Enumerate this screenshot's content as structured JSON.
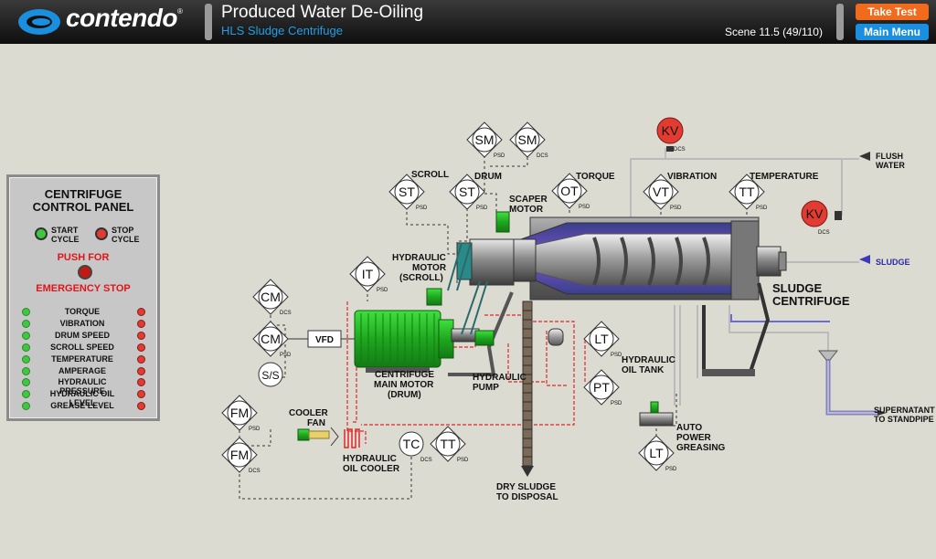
{
  "header": {
    "logo_text": "contendo",
    "logo_reg": "®",
    "title": "Produced Water De-Oiling",
    "subtitle": "HLS Sludge Centrifuge",
    "scene": "Scene 11.5 (49/110)",
    "take_test_label": "Take Test",
    "main_menu_label": "Main Menu"
  },
  "panel": {
    "title_line1": "CENTRIFUGE",
    "title_line2": "CONTROL PANEL",
    "start_label_1": "START",
    "start_label_2": "CYCLE",
    "stop_label_1": "STOP",
    "stop_label_2": "CYCLE",
    "push_for": "PUSH FOR",
    "emergency_stop": "EMERGENCY STOP",
    "alarms": [
      "TORQUE",
      "VIBRATION",
      "DRUM SPEED",
      "SCROLL SPEED",
      "TEMPERATURE",
      "AMPERAGE",
      "HYDRAULIC PRESSURE",
      "HYDRAULIC OIL LEVEL",
      "GREASE LEVEL"
    ]
  },
  "instruments": [
    {
      "id": "sm1",
      "tag": "SM",
      "sub": "PSD"
    },
    {
      "id": "sm2",
      "tag": "SM",
      "sub": "DCS"
    },
    {
      "id": "st1",
      "tag": "ST",
      "sub": "PSD"
    },
    {
      "id": "st2",
      "tag": "ST",
      "sub": "PSD"
    },
    {
      "id": "ot",
      "tag": "OT",
      "sub": "PSD"
    },
    {
      "id": "vt",
      "tag": "VT",
      "sub": "PSD"
    },
    {
      "id": "tt1",
      "tag": "TT",
      "sub": "PSD"
    },
    {
      "id": "it",
      "tag": "IT",
      "sub": "PSD"
    },
    {
      "id": "cm1",
      "tag": "CM",
      "sub": "DCS"
    },
    {
      "id": "cm2",
      "tag": "CM",
      "sub": "PSD"
    },
    {
      "id": "ss",
      "tag": "S/S",
      "sub": ""
    },
    {
      "id": "lt1",
      "tag": "LT",
      "sub": "PSD"
    },
    {
      "id": "pt",
      "tag": "PT",
      "sub": "PSD"
    },
    {
      "id": "fm1",
      "tag": "FM",
      "sub": "PSD"
    },
    {
      "id": "fm2",
      "tag": "FM",
      "sub": "DCS"
    },
    {
      "id": "tc",
      "tag": "TC",
      "sub": "DCS"
    },
    {
      "id": "tt2",
      "tag": "TT",
      "sub": "PSD"
    },
    {
      "id": "lt2",
      "tag": "LT",
      "sub": "PSD"
    },
    {
      "id": "kv1",
      "tag": "KV",
      "sub": "DCS"
    },
    {
      "id": "kv2",
      "tag": "KV",
      "sub": "DCS"
    }
  ],
  "labels": {
    "scroll": "SCROLL",
    "drum": "DRUM",
    "torque": "TORQUE",
    "vibration": "VIBRATION",
    "temperature": "TEMPERATURE",
    "scraper_motor_1": "SCAPER",
    "scraper_motor_2": "MOTOR",
    "hyd_motor_1": "HYDRAULIC",
    "hyd_motor_2": "MOTOR",
    "hyd_motor_3": "(SCROLL)",
    "flush_water_1": "FLUSH",
    "flush_water_2": "WATER",
    "sludge": "SLUDGE",
    "sludge_centrifuge_1": "SLUDGE",
    "sludge_centrifuge_2": "CENTRIFUGE",
    "vfd": "VFD",
    "main_motor_1": "CENTRIFUGE",
    "main_motor_2": "MAIN MOTOR",
    "main_motor_3": "(DRUM)",
    "hyd_pump_1": "HYDRAULIC",
    "hyd_pump_2": "PUMP",
    "hyd_oil_tank_1": "HYDRAULIC",
    "hyd_oil_tank_2": "OIL TANK",
    "cooler_fan_1": "COOLER",
    "cooler_fan_2": "FAN",
    "hyd_oil_cooler_1": "HYDRAULIC",
    "hyd_oil_cooler_2": "OIL COOLER",
    "dry_sludge_1": "DRY SLUDGE",
    "dry_sludge_2": "TO DISPOSAL",
    "auto_grease_1": "AUTO",
    "auto_grease_2": "POWER",
    "auto_grease_3": "GREASING",
    "supernatant_1": "SUPERNATANT",
    "supernatant_2": "TO STANDPIPE"
  },
  "colors": {
    "background": "#dcdbd1",
    "accent_orange": "#f26a1b",
    "accent_blue": "#1a8fe0",
    "motor_green": "#2fc42f",
    "alarm_red": "#e23b32",
    "led_green": "#3fc83f"
  }
}
